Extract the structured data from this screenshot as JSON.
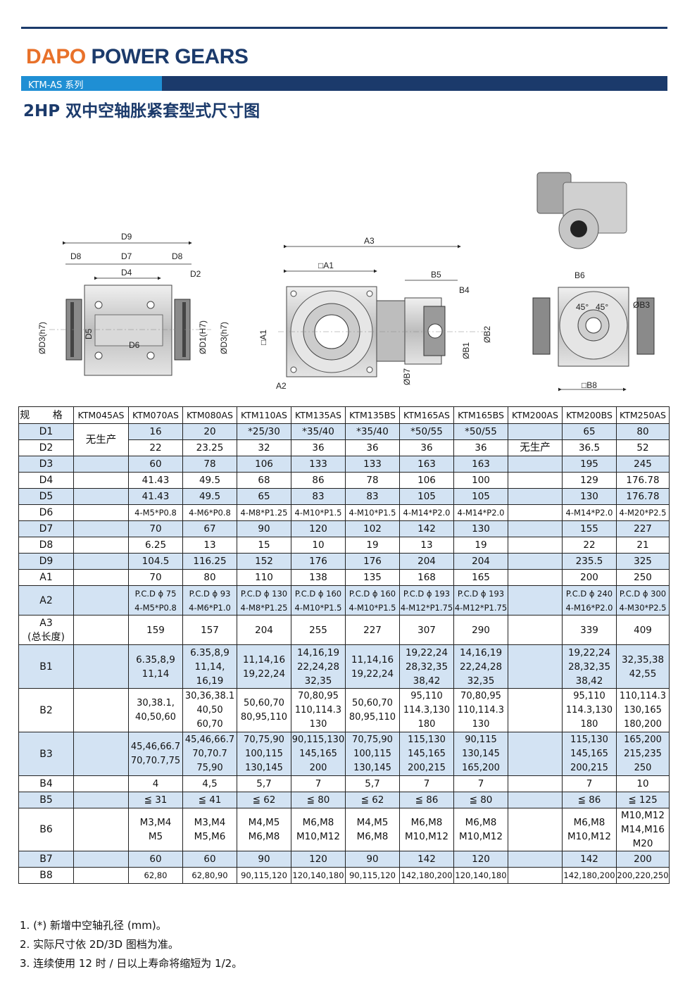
{
  "header": {
    "brand_part1": "DAPO",
    "brand_part2": "POWER GEARS",
    "series": "KTM-AS 系列",
    "title": "2HP 双中空轴胀紧套型式尺寸图"
  },
  "drawing_labels": {
    "left": {
      "d9": "D9",
      "d8a": "D8",
      "d7": "D7",
      "d8b": "D8",
      "d4": "D4",
      "d2": "D2",
      "d5": "D5",
      "d6": "D6",
      "d3a": "ØD3(h7)",
      "d1": "ØD1(H7)",
      "d3b": "ØD3(h7)"
    },
    "middle": {
      "a3": "A3",
      "a1_top": "□A1",
      "b5": "B5",
      "b4": "B4",
      "a1_side": "□A1",
      "b2": "ØB2",
      "b1": "ØB1",
      "b7": "ØB7",
      "a2": "A2"
    },
    "right": {
      "b6": "B6",
      "ang1": "45°",
      "ang2": "45°",
      "b3": "ØB3",
      "b8": "□B8"
    }
  },
  "table": {
    "header": [
      "规 格",
      "KTM045AS",
      "KTM070AS",
      "KTM080AS",
      "KTM110AS",
      "KTM135AS",
      "KTM135BS",
      "KTM165AS",
      "KTM165BS",
      "KTM200AS",
      "KTM200BS",
      "KTM250AS"
    ],
    "not_produced": "无生产",
    "rows": [
      {
        "label": "D1",
        "values": [
          "16",
          "20",
          "*25/30",
          "*35/40",
          "*35/40",
          "*50/55",
          "*50/55",
          "65",
          "80"
        ]
      },
      {
        "label": "D2",
        "values": [
          "22",
          "23.25",
          "32",
          "36",
          "36",
          "36",
          "36",
          "36.5",
          "52"
        ]
      },
      {
        "label": "D3",
        "values": [
          "60",
          "78",
          "106",
          "133",
          "133",
          "163",
          "163",
          "195",
          "245"
        ]
      },
      {
        "label": "D4",
        "values": [
          "41.43",
          "49.5",
          "68",
          "86",
          "78",
          "106",
          "100",
          "129",
          "176.78"
        ]
      },
      {
        "label": "D5",
        "values": [
          "41.43",
          "49.5",
          "65",
          "83",
          "83",
          "105",
          "105",
          "130",
          "176.78"
        ]
      },
      {
        "label": "D6",
        "values": [
          "4-M5*P0.8",
          "4-M6*P0.8",
          "4-M8*P1.25",
          "4-M10*P1.5",
          "4-M10*P1.5",
          "4-M14*P2.0",
          "4-M14*P2.0",
          "4-M14*P2.0",
          "4-M20*P2.5"
        ]
      },
      {
        "label": "D7",
        "values": [
          "70",
          "67",
          "90",
          "120",
          "102",
          "142",
          "130",
          "155",
          "227"
        ]
      },
      {
        "label": "D8",
        "values": [
          "6.25",
          "13",
          "15",
          "10",
          "19",
          "13",
          "19",
          "22",
          "21"
        ]
      },
      {
        "label": "D9",
        "values": [
          "104.5",
          "116.25",
          "152",
          "176",
          "176",
          "204",
          "204",
          "235.5",
          "325"
        ]
      },
      {
        "label": "A1",
        "values": [
          "70",
          "80",
          "110",
          "138",
          "135",
          "168",
          "165",
          "200",
          "250"
        ]
      },
      {
        "label": "A2",
        "values": [
          "P.C.D ϕ 75\n4-M5*P0.8",
          "P.C.D ϕ 93\n4-M6*P1.0",
          "P.C.D ϕ 130\n4-M8*P1.25",
          "P.C.D ϕ 160\n4-M10*P1.5",
          "P.C.D ϕ 160\n4-M10*P1.5",
          "P.C.D ϕ 193\n4-M12*P1.75",
          "P.C.D ϕ 193\n4-M12*P1.75",
          "P.C.D ϕ 240\n4-M16*P2.0",
          "P.C.D ϕ 300\n4-M30*P2.5"
        ]
      },
      {
        "label": "A3\n(总长度)",
        "values": [
          "159",
          "157",
          "204",
          "255",
          "227",
          "307",
          "290",
          "339",
          "409"
        ]
      },
      {
        "label": "B1",
        "values": [
          "6.35,8,9\n11,14",
          "6.35,8,9\n11,14,\n16,19",
          "11,14,16\n19,22,24",
          "14,16,19\n22,24,28\n32,35",
          "11,14,16\n19,22,24",
          "19,22,24\n28,32,35\n38,42",
          "14,16,19\n22,24,28\n32,35",
          "19,22,24\n28,32,35\n38,42",
          "32,35,38\n42,55"
        ]
      },
      {
        "label": "B2",
        "values": [
          "30,38.1,\n40,50,60",
          "30,36,38.1\n40,50\n60,70",
          "50,60,70\n80,95,110",
          "70,80,95\n110,114.3\n130",
          "50,60,70\n80,95,110",
          "95,110\n114.3,130\n180",
          "70,80,95\n110,114.3\n130",
          "95,110\n114.3,130\n180",
          "110,114.3\n130,165\n180,200"
        ]
      },
      {
        "label": "B3",
        "values": [
          "45,46,66.7\n70,70.7,75",
          "45,46,66.7\n70,70.7\n75,90",
          "70,75,90\n100,115\n130,145",
          "90,115,130\n145,165\n200",
          "70,75,90\n100,115\n130,145",
          "115,130\n145,165\n200,215",
          "90,115\n130,145\n165,200",
          "115,130\n145,165\n200,215",
          "165,200\n215,235\n250"
        ]
      },
      {
        "label": "B4",
        "values": [
          "4",
          "4,5",
          "5,7",
          "7",
          "5,7",
          "7",
          "7",
          "7",
          "10"
        ]
      },
      {
        "label": "B5",
        "values": [
          "≦ 31",
          "≦ 41",
          "≦ 62",
          "≦ 80",
          "≦ 62",
          "≦ 86",
          "≦ 80",
          "≦ 86",
          "≦ 125"
        ]
      },
      {
        "label": "B6",
        "values": [
          "M3,M4\nM5",
          "M3,M4\nM5,M6",
          "M4,M5\nM6,M8",
          "M6,M8\nM10,M12",
          "M4,M5\nM6,M8",
          "M6,M8\nM10,M12",
          "M6,M8\nM10,M12",
          "M6,M8\nM10,M12",
          "M10,M12\nM14,M16\nM20"
        ]
      },
      {
        "label": "B7",
        "values": [
          "60",
          "60",
          "90",
          "120",
          "90",
          "142",
          "120",
          "142",
          "200"
        ]
      },
      {
        "label": "B8",
        "values": [
          "62,80",
          "62,80,90",
          "90,115,120",
          "120,140,180",
          "90,115,120",
          "142,180,200",
          "120,140,180",
          "142,180,200",
          "200,220,250"
        ]
      }
    ]
  },
  "notes": [
    "1. (*) 新增中空轴孔径 (mm)。",
    "2. 实际尺寸依 2D/3D 图档为准。",
    "3. 连续使用 12 时 / 日以上寿命将缩短为 1/2。"
  ]
}
